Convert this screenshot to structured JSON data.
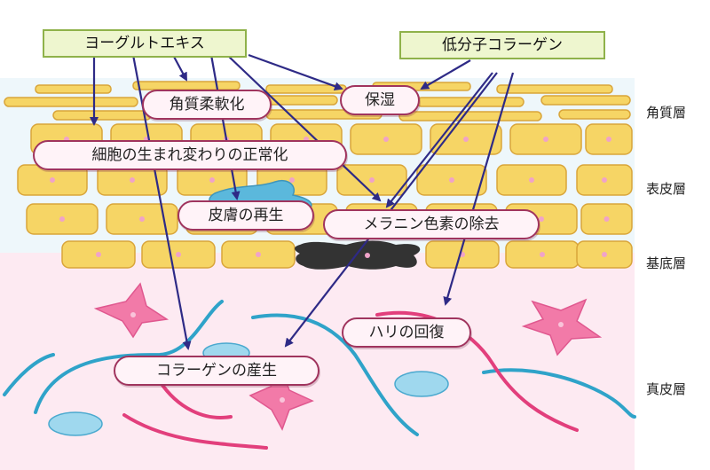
{
  "sources": {
    "yogurt": "ヨーグルトエキス",
    "collagen_peptide": "低分子コラーゲン"
  },
  "effects": {
    "keratin_soften": "角質柔軟化",
    "moisturize": "保湿",
    "cell_turnover": "細胞の生まれ変わりの正常化",
    "skin_regen": "皮膚の再生",
    "melanin_removal": "メラニン色素の除去",
    "firmness": "ハリの回復",
    "collagen_production": "コラーゲンの産生"
  },
  "layers": {
    "stratum_corneum": "角質層",
    "epidermis": "表皮層",
    "basal": "基底層",
    "dermis": "真皮層"
  },
  "colors": {
    "cell_fill": "#f6d565",
    "cell_stroke": "#d9a53a",
    "nucleus": "#f0a3c8",
    "arrow": "#2e2a86",
    "epidermis_bg": "#eef7fb",
    "dermis_bg": "#fdeaf2",
    "fibroblast": "#f27aa8",
    "fiber_blue": "#2fa3c9",
    "fiber_pink": "#e23f7c",
    "melanocyte": "#333333",
    "langerhans": "#5bb8dc"
  }
}
